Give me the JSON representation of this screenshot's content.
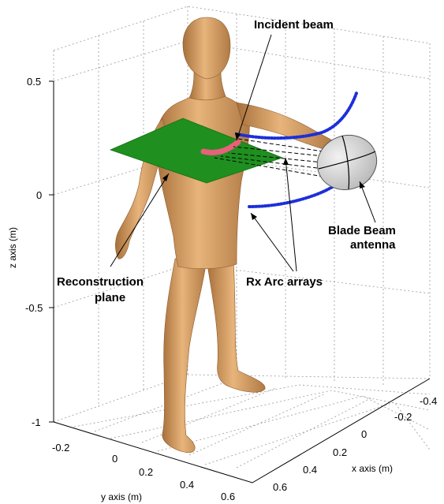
{
  "axes": {
    "x": {
      "label": "x axis (m)",
      "ticks": [
        "-0.4",
        "-0.2",
        "0",
        "0.2",
        "0.4",
        "0.6"
      ]
    },
    "y": {
      "label": "y axis (m)",
      "ticks": [
        "-0.2",
        "0",
        "0.2",
        "0.4",
        "0.6"
      ]
    },
    "z": {
      "label": "z axis (m)",
      "ticks": [
        "0.5",
        "0",
        "-0.5",
        "-1"
      ]
    }
  },
  "annotations": {
    "incident_beam": "Incident beam",
    "antenna_line1": "Blade Beam",
    "antenna_line2": "antenna",
    "plane_line1": "Reconstruction",
    "plane_line2": "plane",
    "rx_arrays": "Rx Arc arrays"
  },
  "colors": {
    "body": "#d29a5e",
    "plane": "#1f8f1f",
    "beam_highlight": "#e8607a",
    "rx_dots": "#1c2fd9",
    "antenna": "#d6d6d6"
  }
}
